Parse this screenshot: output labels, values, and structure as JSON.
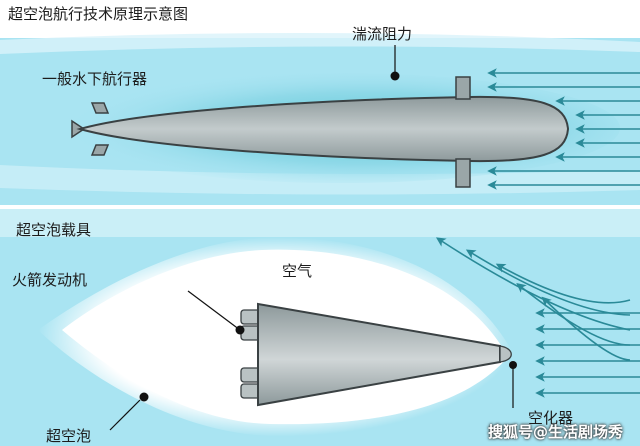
{
  "top_panel": {
    "title": "超空泡航行技术原理示意图",
    "vehicle_label": "一般水下航行器",
    "drag_label": "湍流阻力"
  },
  "bottom_panel": {
    "title": "超空泡载具",
    "air_label": "空气",
    "rocket_label": "火箭发动机",
    "cavity_label": "超空泡",
    "cavitator_label": "空化器"
  },
  "watermark": "搜狐号@生活剧场秀",
  "colors": {
    "water": "#a9e4f2",
    "water_light": "#d9f3fa",
    "hull": "#9aa6a8",
    "hull_outline": "#3a4143",
    "arrow": "#2a8a98",
    "cavity": "#ffffff"
  }
}
